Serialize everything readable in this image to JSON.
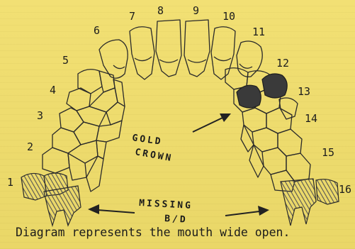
{
  "diagram": {
    "tooth_numbers": [
      "1",
      "2",
      "3",
      "4",
      "5",
      "6",
      "7",
      "8",
      "9",
      "10",
      "11",
      "12",
      "13",
      "14",
      "15",
      "16"
    ],
    "labels": {
      "gold_crown_line1": "GOLD",
      "gold_crown_line2": "CROWN",
      "missing_line1": "MISSING",
      "missing_line2": "B/D"
    },
    "caption": "Diagram represents the mouth wide open.",
    "colors": {
      "paper": "#f1de6b",
      "ink": "#1d1d1d",
      "gold_crown": "#3a3a3a",
      "hatch": "#5a5a5a"
    }
  }
}
